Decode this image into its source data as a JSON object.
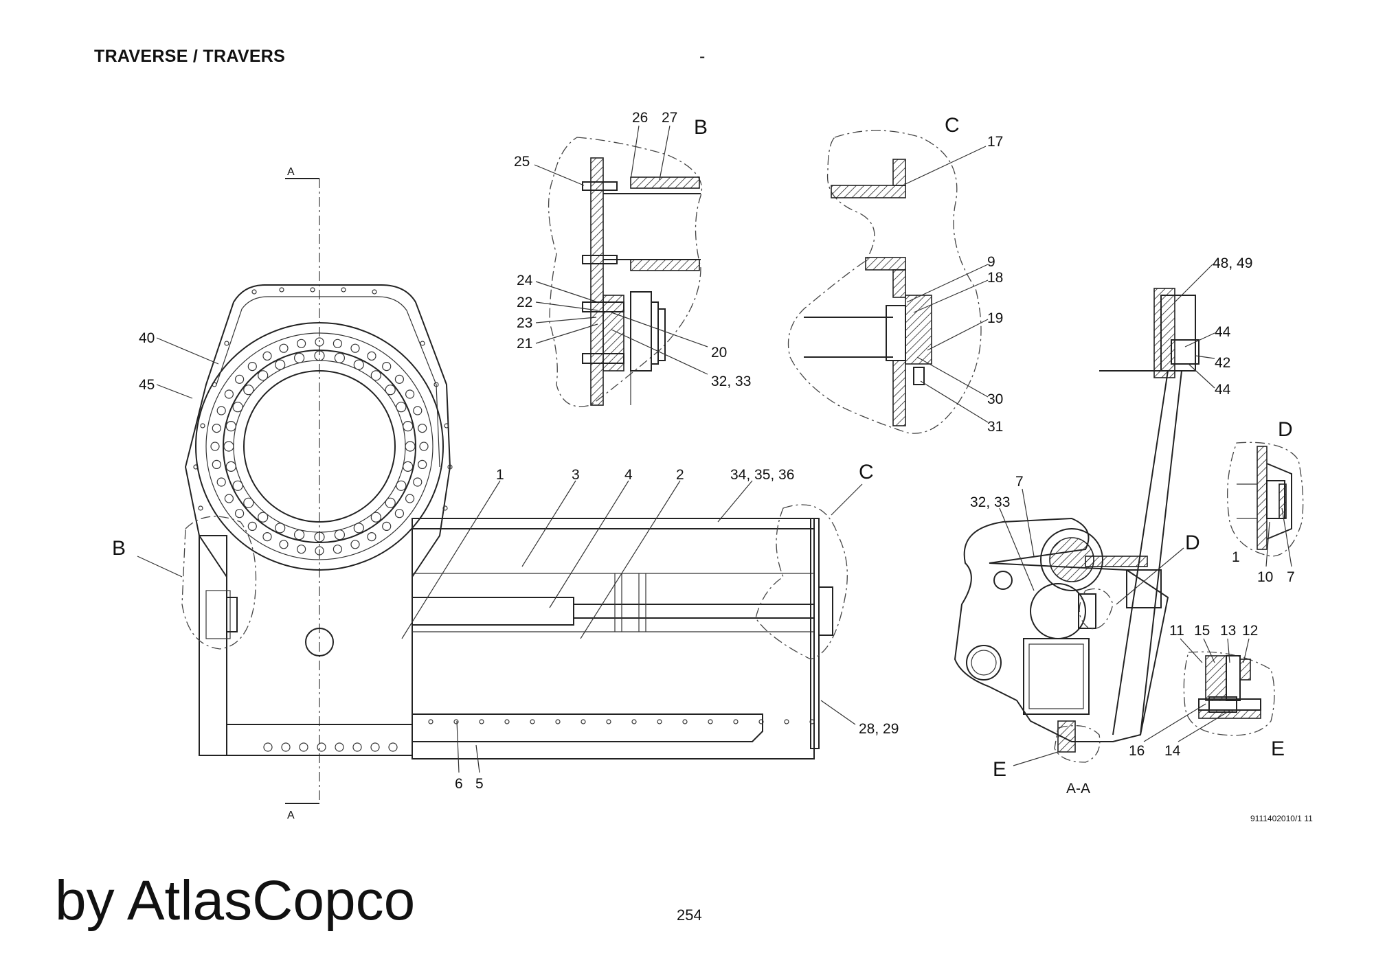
{
  "header": {
    "title": "TRAVERSE / TRAVERS",
    "dash": "-"
  },
  "footer": {
    "brand": "by AtlasCopco",
    "page_number": "254",
    "drawing_ref": "9111402010/1 11"
  },
  "views": {
    "detail_b": "B",
    "detail_c": "C",
    "detail_d": "D",
    "detail_e": "E",
    "section_marker": "A",
    "section_view": "A-A"
  },
  "callouts": {
    "main_view": [
      "40",
      "45",
      "1",
      "3",
      "4",
      "2",
      "34, 35, 36",
      "28, 29",
      "6",
      "5"
    ],
    "detail_b": [
      "26",
      "27",
      "25",
      "24",
      "22",
      "23",
      "21",
      "20",
      "32, 33"
    ],
    "detail_c": [
      "17",
      "9",
      "18",
      "19",
      "30",
      "31"
    ],
    "section_aa": [
      "48, 49",
      "44",
      "42",
      "44",
      "7",
      "32, 33"
    ],
    "detail_d": [
      "1",
      "10",
      "7"
    ],
    "detail_e": [
      "11",
      "15",
      "13",
      "12",
      "16",
      "14"
    ]
  }
}
